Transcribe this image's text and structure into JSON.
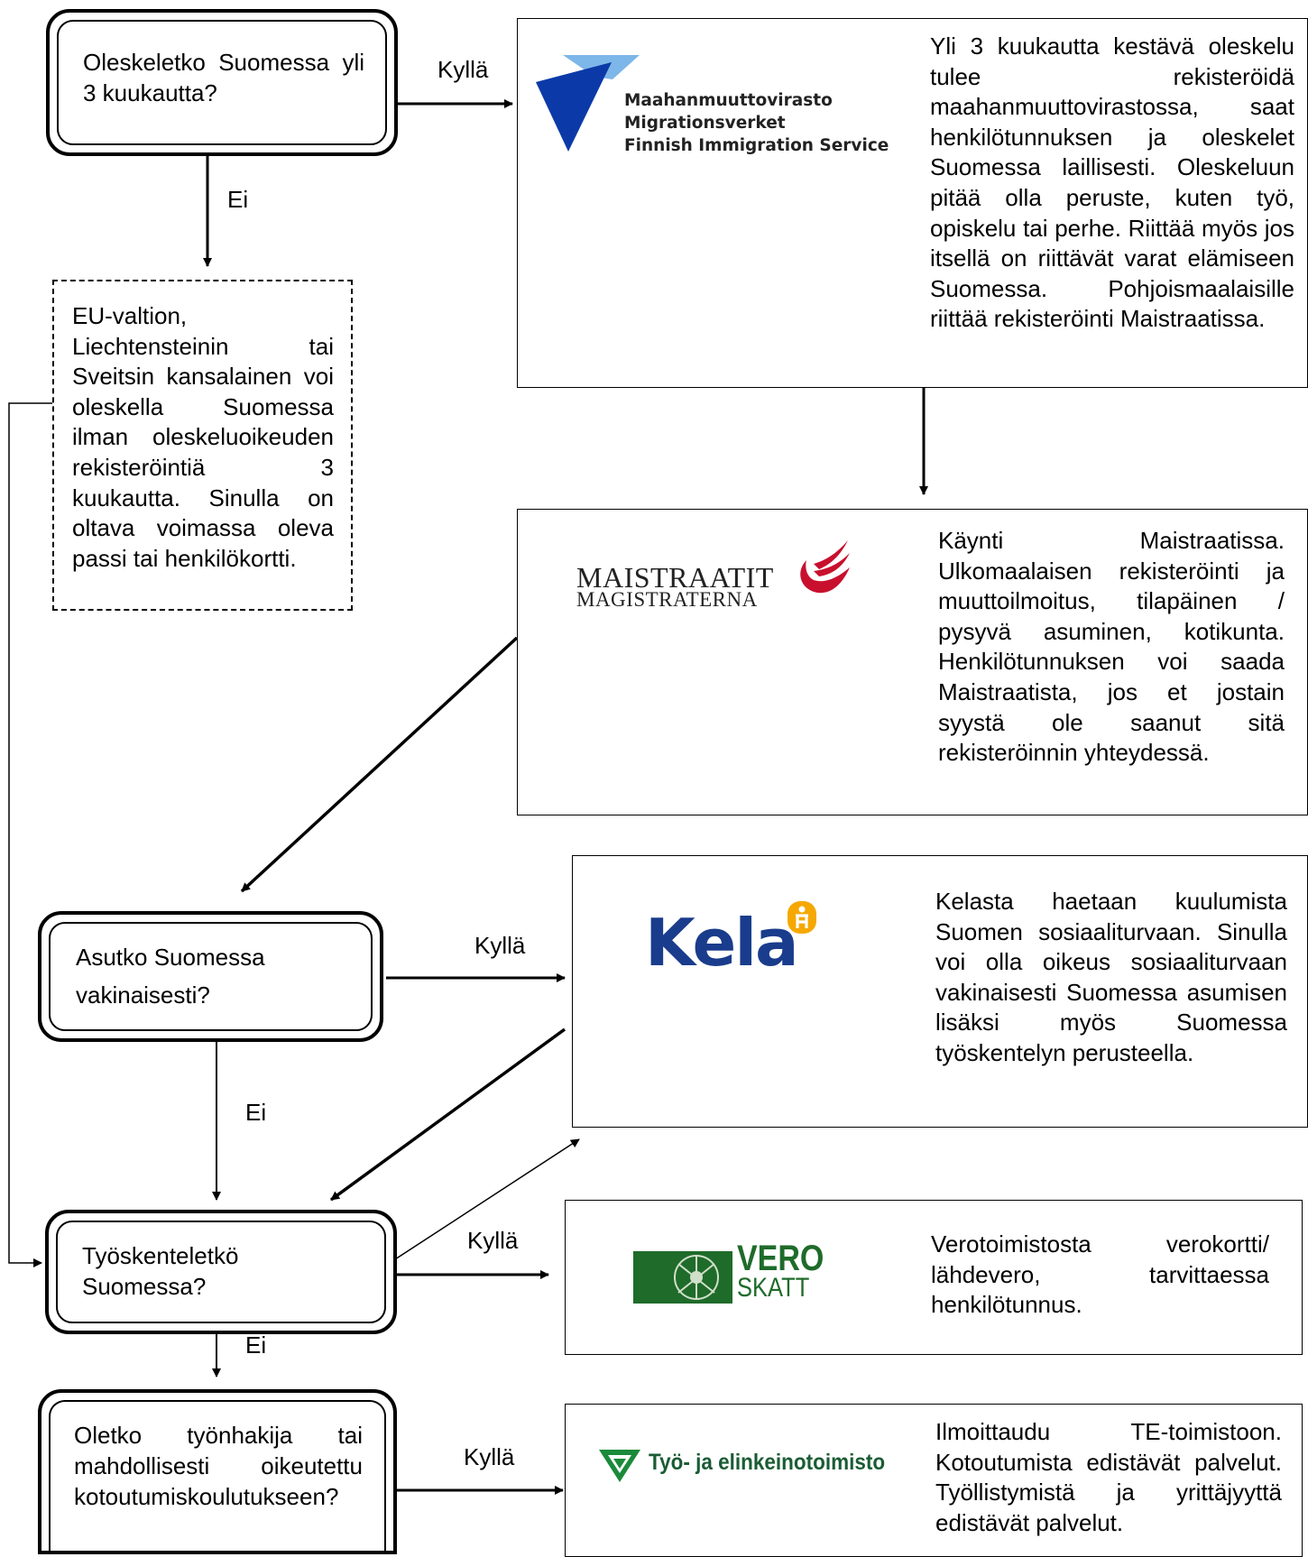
{
  "questions": {
    "q1": "Oleskeletko Suomessa yli 3 kuukautta?",
    "q2": "Asutko Suomessa vakinaisesti?",
    "q3": "Työskenteletkö Suomessa?",
    "q4": "Oletko työnhakija tai mahdollisesti oikeutettu kotoutumiskoulutukseen?"
  },
  "labels": {
    "yes": "Kyllä",
    "no": "Ei"
  },
  "eu_note": "EU-valtion, Liechtensteinin tai Sveitsin kansalainen voi oleskella Suomessa ilman oleskeluoikeuden rekisteröintiä 3 kuukautta. Sinulla on oltava voimassa oleva passi tai henkilökortti.",
  "migri": {
    "logo_lines": [
      "Maahanmuuttovirasto",
      "Migrationsverket",
      "Finnish Immigration Service"
    ],
    "text": "Yli 3 kuukautta kestävä oleskelu tulee rekisteröidä maahanmuuttovirastossa, saat henkilötunnuksen ja oleskelet Suomessa laillisesti. Oleskeluun pitää olla peruste, kuten työ, opiskelu tai perhe. Riittää myös jos itsellä on riittävät varat elämiseen Suomessa. Pohjoismaalaisille riittää rekisteröinti Maistraatissa."
  },
  "maistraatti": {
    "logo_line1": "MAISTRAATIT",
    "logo_line2": "MAGISTRATERNA",
    "text": "Käynti Maistraatissa. Ulkomaalaisen rekisteröinti ja muuttoilmoitus, tilapäinen / pysyvä asuminen, kotikunta. Henkilötunnuksen voi saada Maistraatista, jos et jostain syystä ole saanut sitä rekisteröinnin yhteydessä."
  },
  "kela": {
    "logo": "Kela",
    "text": "Kelasta haetaan kuulumista Suomen sosiaaliturvaan. Sinulla voi olla oikeus sosiaaliturvaan vakinaisesti Suomessa asumisen lisäksi myös Suomessa työskentelyn perusteella."
  },
  "vero": {
    "logo_line1": "VERO",
    "logo_line2": "SKATT",
    "text": "Verotoimistosta verokortti/ lähdevero, tarvittaessa henkilötunnus."
  },
  "te": {
    "logo": "Työ- ja elinkeinotoimisto",
    "text": "Ilmoittaudu TE-toimistoon. Kotoutumista edistävät palvelut. Työllistymistä ja yrittäjyyttä edistävät palvelut."
  },
  "colors": {
    "migri_dark": "#0b3aa8",
    "migri_light": "#7db6e8",
    "maistraatti_red": "#c8102e",
    "kela_blue": "#1a3c8c",
    "kela_orange": "#f5a800",
    "vero_green": "#1f6b2a",
    "te_green": "#1a8a3a"
  },
  "icons": [
    "migri-logo-icon",
    "maistraatti-wing-icon",
    "kela-accessibility-icon",
    "vero-emblem-icon",
    "te-shield-icon"
  ]
}
